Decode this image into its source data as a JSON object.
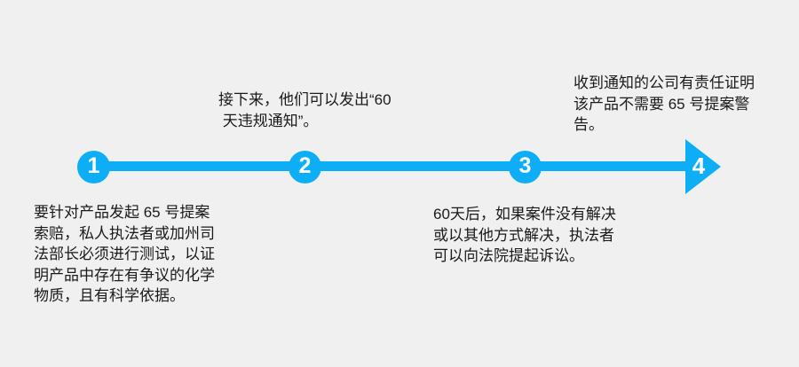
{
  "colors": {
    "background": "#F0F0F0",
    "accent": "#0DAEF5",
    "text": "#1A1A1A",
    "step_number": "#FFFFFF"
  },
  "timeline": {
    "steps": [
      {
        "number": "1",
        "description": "要针对产品发起 65 号提案\n索赔，私人执法者或加州司\n法部长必须进行测试，以证\n明产品中存在有争议的化学\n物质，且有科学依据。"
      },
      {
        "number": "2",
        "description": "接下来，他们可以发出“60\n 天违规通知”。"
      },
      {
        "number": "3",
        "description": "60天后，如果案件没有解决\n或以其他方式解决，执法者\n可以向法院提起诉讼。"
      },
      {
        "number": "4",
        "description": "收到通知的公司有责任证明\n该产品不需要 65 号提案警\n告。"
      }
    ]
  }
}
